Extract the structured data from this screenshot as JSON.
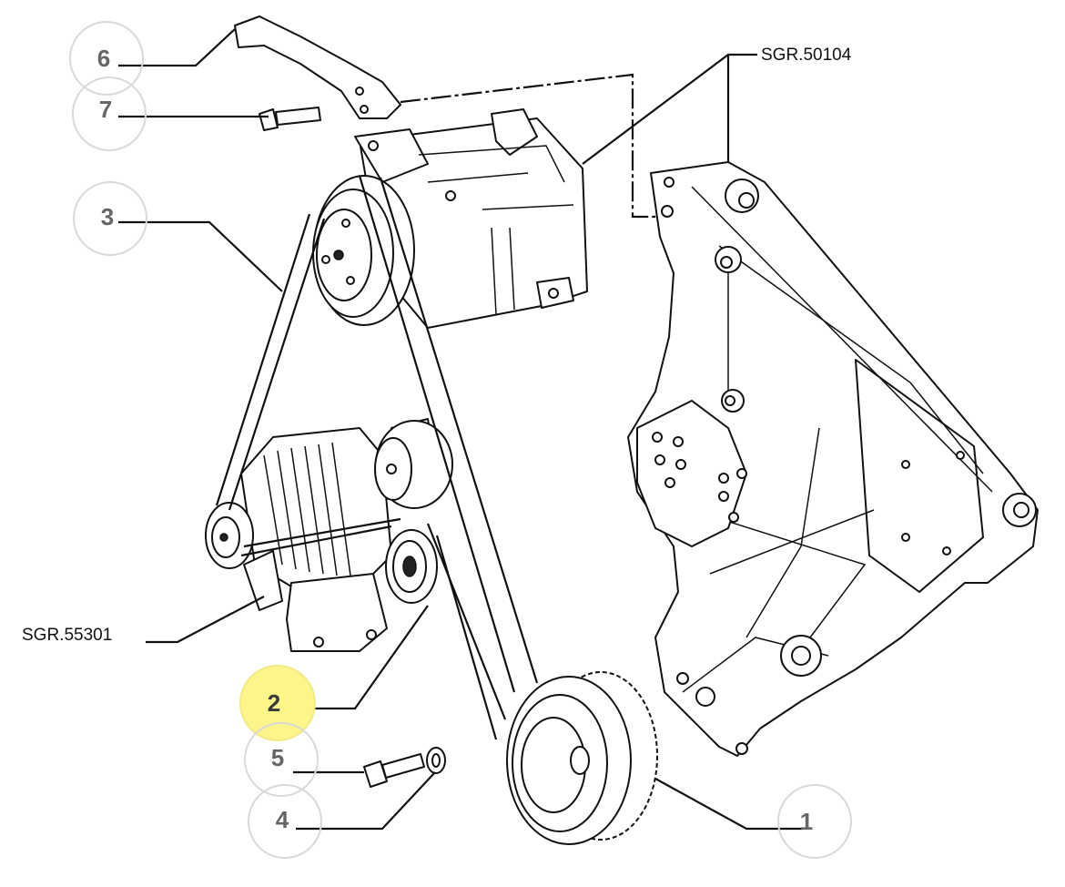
{
  "diagram": {
    "callouts": [
      {
        "id": "1",
        "label": "1",
        "highlighted": false
      },
      {
        "id": "2",
        "label": "2",
        "highlighted": true
      },
      {
        "id": "3",
        "label": "3",
        "highlighted": false
      },
      {
        "id": "4",
        "label": "4",
        "highlighted": false
      },
      {
        "id": "5",
        "label": "5",
        "highlighted": false
      },
      {
        "id": "6",
        "label": "6",
        "highlighted": false
      },
      {
        "id": "7",
        "label": "7",
        "highlighted": false
      }
    ],
    "references": [
      {
        "id": "sgr-50104",
        "label": "SGR.50104"
      },
      {
        "id": "sgr-55301",
        "label": "SGR.55301"
      }
    ],
    "colors": {
      "highlight": "#fbf58a",
      "circle_border": "#d9d9d9",
      "number_text": "#666666",
      "line_art": "#111111"
    }
  }
}
